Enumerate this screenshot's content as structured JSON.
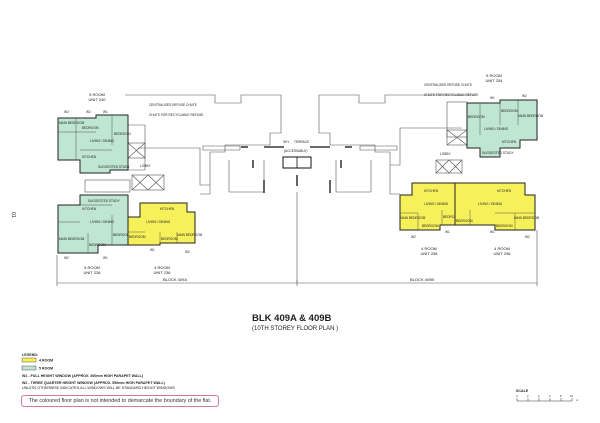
{
  "page_number": "01",
  "title": "BLK 409A & 409B",
  "subtitle": "(10TH STOREY FLOOR PLAN )",
  "colors": {
    "four_room": "#f6f05a",
    "five_room": "#bfe5d3"
  },
  "units": [
    {
      "type": "5 ROOM",
      "unit": "UNIT 240"
    },
    {
      "type": "5 ROOM",
      "unit": "UNIT 238"
    },
    {
      "type": "4 ROOM",
      "unit": "UNIT 236"
    },
    {
      "type": "5 ROOM",
      "unit": "UNIT 254"
    },
    {
      "type": "4 ROOM",
      "unit": "UNIT 258"
    },
    {
      "type": "4 ROOM",
      "unit": "UNIT 256"
    }
  ],
  "blocks": [
    "BLOCK 409A",
    "BLOCK 409B"
  ],
  "plan_labels": {
    "sky": "SKY",
    "terrace": "TERRACE",
    "accessable": "(ACCESSABLE)",
    "lobby": "LOBBY",
    "refuse_chute": "CENTRALISED REFUSE CHUTE",
    "recyclable": "CHUTE FOR RECYCLABLE REFUSE",
    "living": "LIVING / DINING",
    "kitchen": "KITCHEN",
    "bedroom": "BEDROOM",
    "master": "MAIN BEDROOM",
    "study": "SUGGESTED STUDY",
    "w1": "W1",
    "w2": "W2"
  },
  "legend": {
    "heading": "LEGEND:",
    "items": [
      {
        "label": "4 ROOM",
        "color": "#f6f05a"
      },
      {
        "label": "5 ROOM",
        "color": "#bfe5d3"
      }
    ],
    "w1": "W1 - FULL HEIGHT WINDOW (APPROX. 300mm HIGH PARAPET WALL)",
    "w2": "W2 - THREE QUARTER HEIGHT WINDOW (APPROX. 550mm HIGH PARAPET WALL)",
    "unless": "UNLESS OTHERWISE INDICATED,ALL WINDOWS WILL BE STANDARD HEIGHT WINDOWS"
  },
  "disclaimer": "The coloured floor plan is not intended to demarcate the boundary of the flat.",
  "scale": {
    "label": "SCALE",
    "ticks": [
      "0",
      "2",
      "4",
      "6",
      "8",
      "10"
    ],
    "unit": "m"
  }
}
